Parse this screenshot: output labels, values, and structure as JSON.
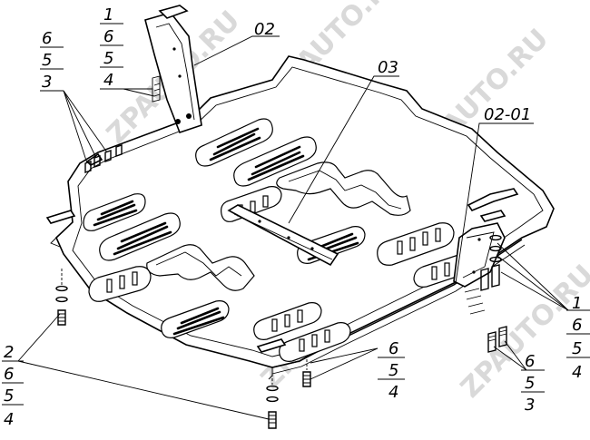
{
  "watermark": "ZPAUTO.RU",
  "parts": {
    "p02": "02",
    "p03": "03",
    "p0201": "02-01"
  },
  "stacks": {
    "top_left": [
      "6",
      "5",
      "3"
    ],
    "top_center": [
      "1",
      "6",
      "5",
      "4"
    ],
    "right": [
      "1",
      "6",
      "5",
      "4"
    ],
    "bottom_right": [
      "6",
      "5",
      "3"
    ],
    "bottom_center": [
      "6",
      "5",
      "4"
    ],
    "bottom_left": [
      "2",
      "6",
      "5",
      "4"
    ]
  }
}
